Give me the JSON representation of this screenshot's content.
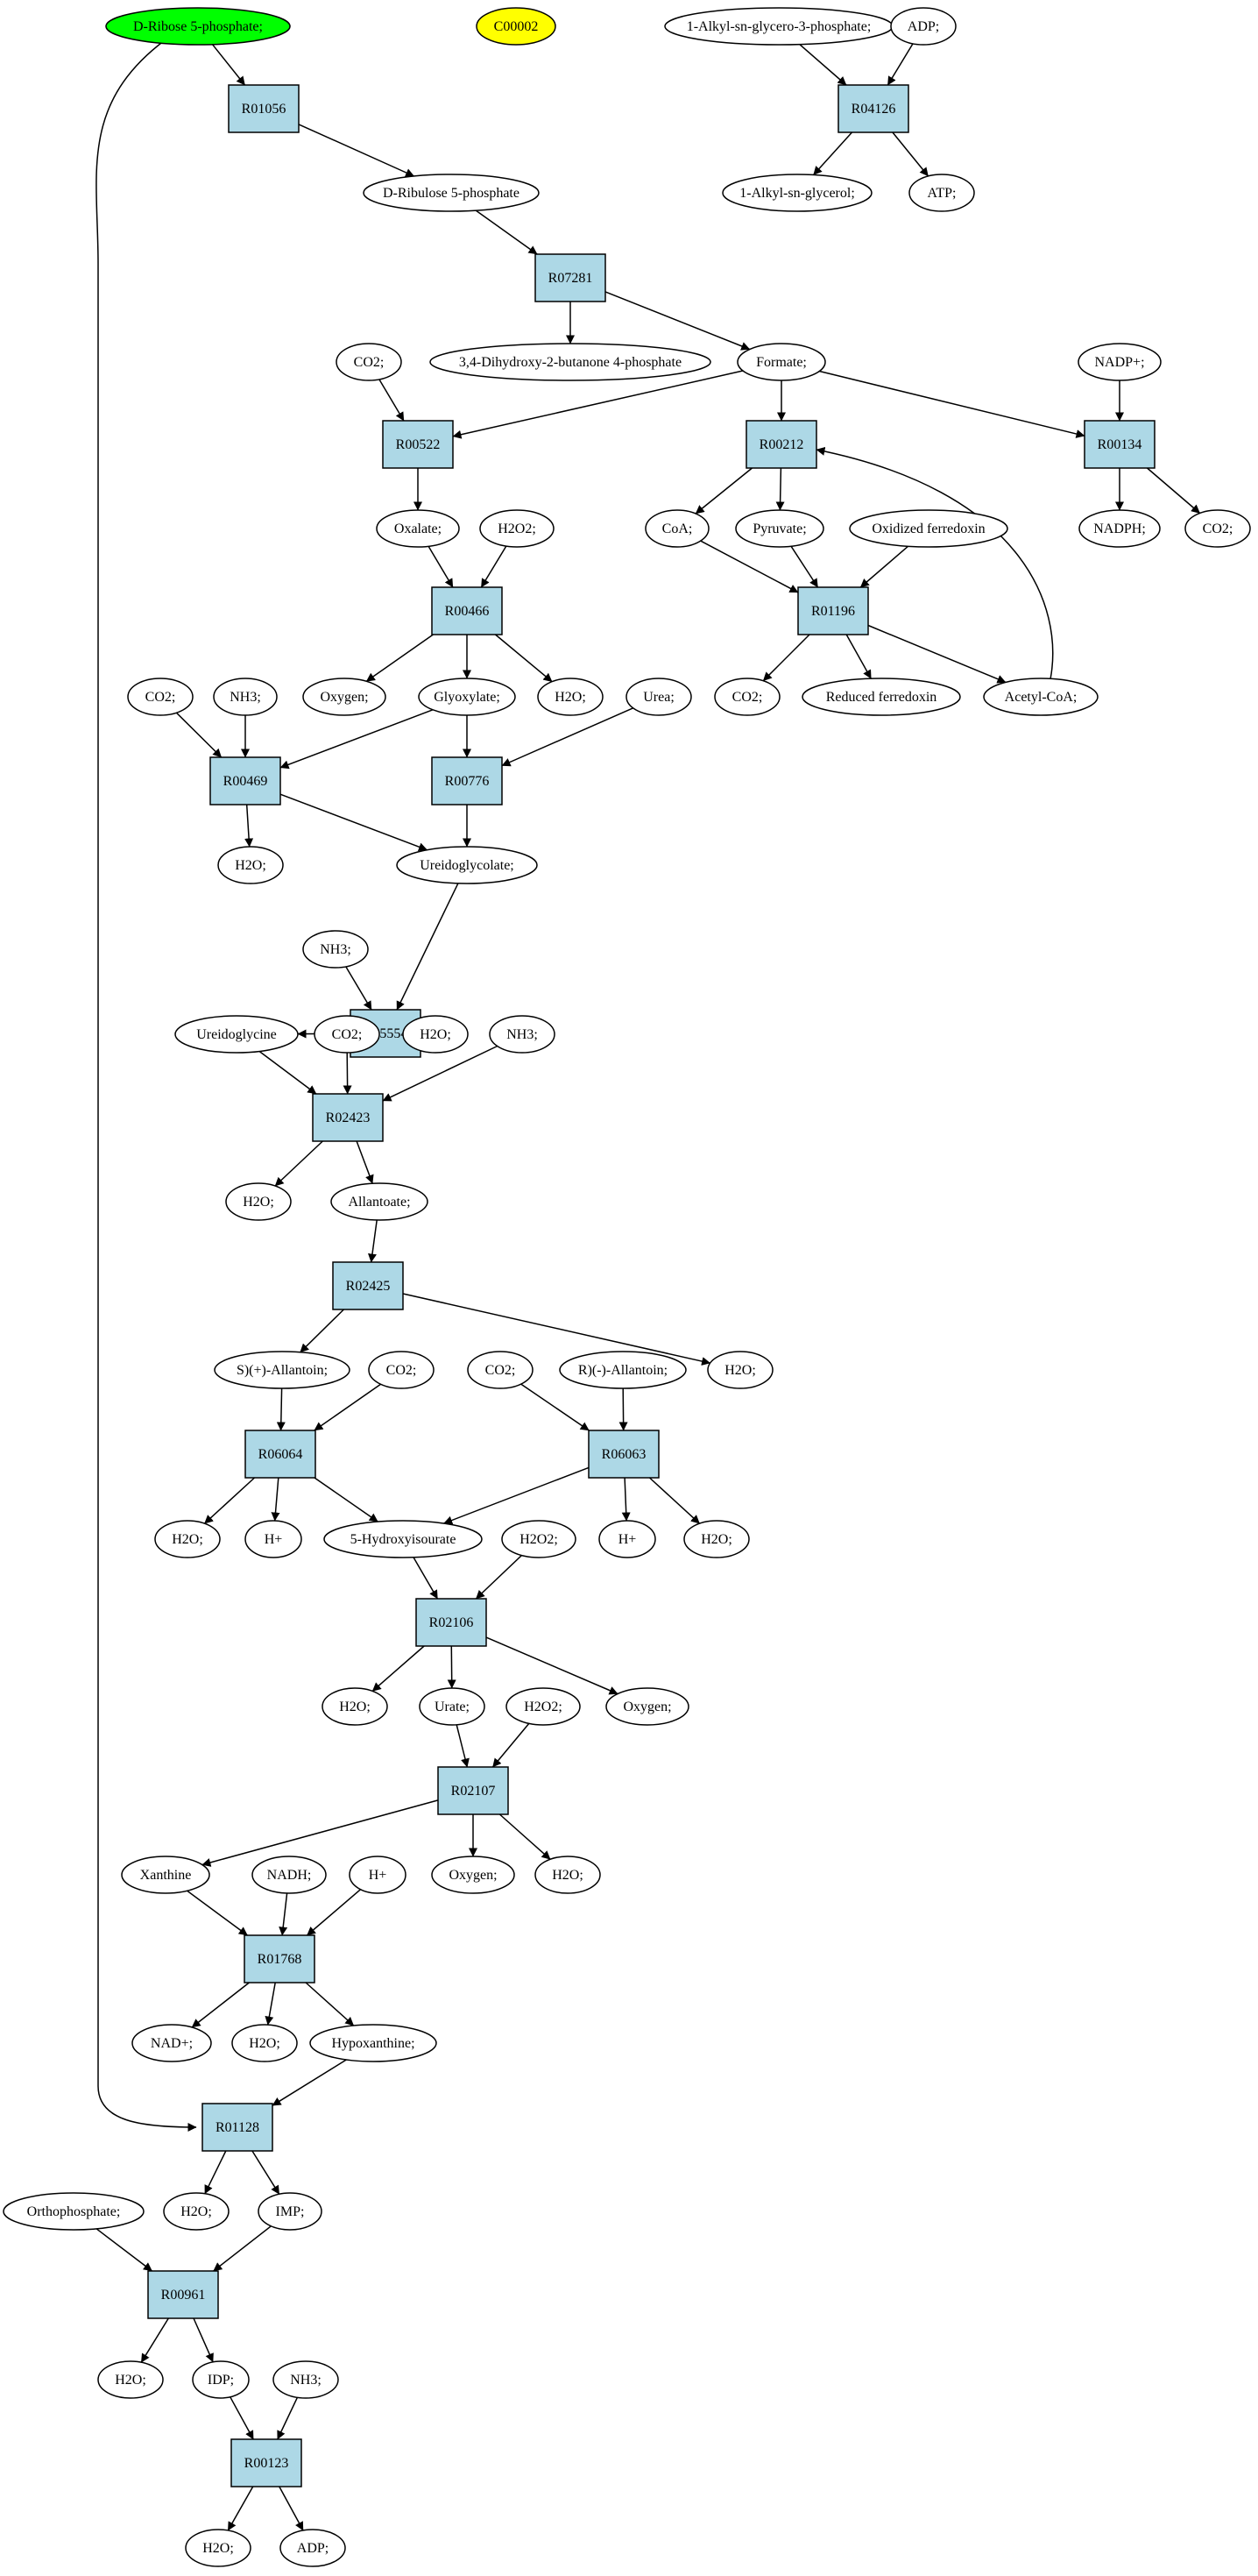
{
  "graph": {
    "nodes": [
      {
        "id": "ribose5p",
        "label": "D-Ribose 5-phosphate;",
        "shape": "ellipse",
        "fill": "#00ff00"
      },
      {
        "id": "c00002",
        "label": "C00002",
        "shape": "ellipse",
        "fill": "#ffff00"
      },
      {
        "id": "alkylglycero3p",
        "label": "1-Alkyl-sn-glycero-3-phosphate;",
        "shape": "ellipse"
      },
      {
        "id": "adp_top",
        "label": "ADP;",
        "shape": "ellipse"
      },
      {
        "id": "r01056",
        "label": "R01056",
        "shape": "box"
      },
      {
        "id": "r04126",
        "label": "R04126",
        "shape": "box"
      },
      {
        "id": "dribulose5p",
        "label": "D-Ribulose 5-phosphate",
        "shape": "ellipse"
      },
      {
        "id": "alkylglycerol",
        "label": "1-Alkyl-sn-glycerol;",
        "shape": "ellipse"
      },
      {
        "id": "atp",
        "label": "ATP;",
        "shape": "ellipse"
      },
      {
        "id": "r07281",
        "label": "R07281",
        "shape": "box"
      },
      {
        "id": "co2_a",
        "label": "CO2;",
        "shape": "ellipse"
      },
      {
        "id": "dihydroxybutanone",
        "label": "3,4-Dihydroxy-2-butanone 4-phosphate",
        "shape": "ellipse"
      },
      {
        "id": "formate",
        "label": "Formate;",
        "shape": "ellipse"
      },
      {
        "id": "nadp",
        "label": "NADP+;",
        "shape": "ellipse"
      },
      {
        "id": "r00522",
        "label": "R00522",
        "shape": "box"
      },
      {
        "id": "r00212",
        "label": "R00212",
        "shape": "box"
      },
      {
        "id": "r00134",
        "label": "R00134",
        "shape": "box"
      },
      {
        "id": "oxalate",
        "label": "Oxalate;",
        "shape": "ellipse"
      },
      {
        "id": "h2o2_a",
        "label": "H2O2;",
        "shape": "ellipse"
      },
      {
        "id": "coa",
        "label": "CoA;",
        "shape": "ellipse"
      },
      {
        "id": "pyruvate",
        "label": "Pyruvate;",
        "shape": "ellipse"
      },
      {
        "id": "oxferredoxin",
        "label": "Oxidized ferredoxin",
        "shape": "ellipse"
      },
      {
        "id": "nadph",
        "label": "NADPH;",
        "shape": "ellipse"
      },
      {
        "id": "co2_b",
        "label": "CO2;",
        "shape": "ellipse"
      },
      {
        "id": "r00466",
        "label": "R00466",
        "shape": "box"
      },
      {
        "id": "r01196",
        "label": "R01196",
        "shape": "box"
      },
      {
        "id": "co2_c",
        "label": "CO2;",
        "shape": "ellipse"
      },
      {
        "id": "nh3_a",
        "label": "NH3;",
        "shape": "ellipse"
      },
      {
        "id": "oxygen_a",
        "label": "Oxygen;",
        "shape": "ellipse"
      },
      {
        "id": "glyoxylate",
        "label": "Glyoxylate;",
        "shape": "ellipse"
      },
      {
        "id": "h2o_a",
        "label": "H2O;",
        "shape": "ellipse"
      },
      {
        "id": "urea",
        "label": "Urea;",
        "shape": "ellipse"
      },
      {
        "id": "co2_d",
        "label": "CO2;",
        "shape": "ellipse"
      },
      {
        "id": "redferredoxin",
        "label": "Reduced ferredoxin",
        "shape": "ellipse"
      },
      {
        "id": "acetylcoa",
        "label": "Acetyl-CoA;",
        "shape": "ellipse"
      },
      {
        "id": "r00469",
        "label": "R00469",
        "shape": "box"
      },
      {
        "id": "r00776",
        "label": "R00776",
        "shape": "box"
      },
      {
        "id": "h2o_b",
        "label": "H2O;",
        "shape": "ellipse"
      },
      {
        "id": "ureidoglycolate",
        "label": "Ureidoglycolate;",
        "shape": "ellipse"
      },
      {
        "id": "nh3_b",
        "label": "NH3;",
        "shape": "ellipse"
      },
      {
        "id": "r05554",
        "label": "R05554",
        "shape": "box"
      },
      {
        "id": "ureidoglycine",
        "label": "Ureidoglycine",
        "shape": "ellipse"
      },
      {
        "id": "co2_e",
        "label": "CO2;",
        "shape": "ellipse"
      },
      {
        "id": "h2o_c",
        "label": "H2O;",
        "shape": "ellipse"
      },
      {
        "id": "nh3_c",
        "label": "NH3;",
        "shape": "ellipse"
      },
      {
        "id": "r02423",
        "label": "R02423",
        "shape": "box"
      },
      {
        "id": "h2o_d",
        "label": "H2O;",
        "shape": "ellipse"
      },
      {
        "id": "allantoate",
        "label": "Allantoate;",
        "shape": "ellipse"
      },
      {
        "id": "r02425",
        "label": "R02425",
        "shape": "box"
      },
      {
        "id": "sallantoin",
        "label": "S)(+)-Allantoin;",
        "shape": "ellipse"
      },
      {
        "id": "co2_f",
        "label": "CO2;",
        "shape": "ellipse"
      },
      {
        "id": "co2_g",
        "label": "CO2;",
        "shape": "ellipse"
      },
      {
        "id": "rallantoin",
        "label": "R)(-)-Allantoin;",
        "shape": "ellipse"
      },
      {
        "id": "h2o_e",
        "label": "H2O;",
        "shape": "ellipse"
      },
      {
        "id": "r06064",
        "label": "R06064",
        "shape": "box"
      },
      {
        "id": "r06063",
        "label": "R06063",
        "shape": "box"
      },
      {
        "id": "h2o_f",
        "label": "H2O;",
        "shape": "ellipse"
      },
      {
        "id": "hplus_a",
        "label": "H+",
        "shape": "ellipse"
      },
      {
        "id": "hydroxyisourate",
        "label": "5-Hydroxyisourate",
        "shape": "ellipse"
      },
      {
        "id": "h2o2_b",
        "label": "H2O2;",
        "shape": "ellipse"
      },
      {
        "id": "hplus_b",
        "label": "H+",
        "shape": "ellipse"
      },
      {
        "id": "h2o_g",
        "label": "H2O;",
        "shape": "ellipse"
      },
      {
        "id": "r02106",
        "label": "R02106",
        "shape": "box"
      },
      {
        "id": "h2o_h",
        "label": "H2O;",
        "shape": "ellipse"
      },
      {
        "id": "urate",
        "label": "Urate;",
        "shape": "ellipse"
      },
      {
        "id": "h2o2_c",
        "label": "H2O2;",
        "shape": "ellipse"
      },
      {
        "id": "oxygen_b",
        "label": "Oxygen;",
        "shape": "ellipse"
      },
      {
        "id": "r02107",
        "label": "R02107",
        "shape": "box"
      },
      {
        "id": "xanthine",
        "label": "Xanthine",
        "shape": "ellipse"
      },
      {
        "id": "nadh",
        "label": "NADH;",
        "shape": "ellipse"
      },
      {
        "id": "hplus_c",
        "label": "H+",
        "shape": "ellipse"
      },
      {
        "id": "oxygen_c",
        "label": "Oxygen;",
        "shape": "ellipse"
      },
      {
        "id": "h2o_i",
        "label": "H2O;",
        "shape": "ellipse"
      },
      {
        "id": "r01768",
        "label": "R01768",
        "shape": "box"
      },
      {
        "id": "nadplus",
        "label": "NAD+;",
        "shape": "ellipse"
      },
      {
        "id": "h2o_j",
        "label": "H2O;",
        "shape": "ellipse"
      },
      {
        "id": "hypoxanthine",
        "label": "Hypoxanthine;",
        "shape": "ellipse"
      },
      {
        "id": "r01128",
        "label": "R01128",
        "shape": "box"
      },
      {
        "id": "orthophosphate",
        "label": "Orthophosphate;",
        "shape": "ellipse"
      },
      {
        "id": "h2o_k",
        "label": "H2O;",
        "shape": "ellipse"
      },
      {
        "id": "imp",
        "label": "IMP;",
        "shape": "ellipse"
      },
      {
        "id": "r00961",
        "label": "R00961",
        "shape": "box"
      },
      {
        "id": "h2o_l",
        "label": "H2O;",
        "shape": "ellipse"
      },
      {
        "id": "idp",
        "label": "IDP;",
        "shape": "ellipse"
      },
      {
        "id": "nh3_d",
        "label": "NH3;",
        "shape": "ellipse"
      },
      {
        "id": "r00123",
        "label": "R00123",
        "shape": "box"
      },
      {
        "id": "h2o_m",
        "label": "H2O;",
        "shape": "ellipse"
      },
      {
        "id": "adp_bottom",
        "label": "ADP;",
        "shape": "ellipse"
      }
    ],
    "edges": [
      [
        "ribose5p",
        "r01056"
      ],
      [
        "ribose5p",
        "r01128"
      ],
      [
        "alkylglycero3p",
        "r04126"
      ],
      [
        "adp_top",
        "r04126"
      ],
      [
        "r01056",
        "dribulose5p"
      ],
      [
        "r04126",
        "alkylglycerol"
      ],
      [
        "r04126",
        "atp"
      ],
      [
        "dribulose5p",
        "r07281"
      ],
      [
        "r07281",
        "dihydroxybutanone"
      ],
      [
        "r07281",
        "formate"
      ],
      [
        "co2_a",
        "r00522"
      ],
      [
        "formate",
        "r00522"
      ],
      [
        "formate",
        "r00212"
      ],
      [
        "formate",
        "r00134"
      ],
      [
        "nadp",
        "r00134"
      ],
      [
        "r00522",
        "oxalate"
      ],
      [
        "r00212",
        "coa"
      ],
      [
        "r00212",
        "pyruvate"
      ],
      [
        "r00134",
        "nadph"
      ],
      [
        "r00134",
        "co2_b"
      ],
      [
        "oxalate",
        "r00466"
      ],
      [
        "h2o2_a",
        "r00466"
      ],
      [
        "coa",
        "r01196"
      ],
      [
        "pyruvate",
        "r01196"
      ],
      [
        "oxferredoxin",
        "r01196"
      ],
      [
        "r00466",
        "oxygen_a"
      ],
      [
        "r00466",
        "glyoxylate"
      ],
      [
        "r00466",
        "h2o_a"
      ],
      [
        "r01196",
        "co2_d"
      ],
      [
        "r01196",
        "redferredoxin"
      ],
      [
        "r01196",
        "acetylcoa"
      ],
      [
        "acetylcoa",
        "r00212"
      ],
      [
        "co2_c",
        "r00469"
      ],
      [
        "nh3_a",
        "r00469"
      ],
      [
        "glyoxylate",
        "r00469"
      ],
      [
        "glyoxylate",
        "r00776"
      ],
      [
        "urea",
        "r00776"
      ],
      [
        "r00469",
        "h2o_b"
      ],
      [
        "r00469",
        "ureidoglycolate"
      ],
      [
        "r00776",
        "ureidoglycolate"
      ],
      [
        "nh3_b",
        "r05554"
      ],
      [
        "ureidoglycolate",
        "r05554"
      ],
      [
        "r05554",
        "ureidoglycine"
      ],
      [
        "r05554",
        "h2o_c"
      ],
      [
        "ureidoglycine",
        "r02423"
      ],
      [
        "co2_e",
        "r02423"
      ],
      [
        "nh3_c",
        "r02423"
      ],
      [
        "r02423",
        "h2o_d"
      ],
      [
        "r02423",
        "allantoate"
      ],
      [
        "allantoate",
        "r02425"
      ],
      [
        "r02425",
        "sallantoin"
      ],
      [
        "r02425",
        "h2o_e"
      ],
      [
        "sallantoin",
        "r06064"
      ],
      [
        "co2_f",
        "r06064"
      ],
      [
        "co2_g",
        "r06063"
      ],
      [
        "rallantoin",
        "r06063"
      ],
      [
        "r06064",
        "h2o_f"
      ],
      [
        "r06064",
        "hplus_a"
      ],
      [
        "r06064",
        "hydroxyisourate"
      ],
      [
        "r06063",
        "hydroxyisourate"
      ],
      [
        "r06063",
        "hplus_b"
      ],
      [
        "r06063",
        "h2o_g"
      ],
      [
        "hydroxyisourate",
        "r02106"
      ],
      [
        "h2o2_b",
        "r02106"
      ],
      [
        "r02106",
        "h2o_h"
      ],
      [
        "r02106",
        "urate"
      ],
      [
        "r02106",
        "oxygen_b"
      ],
      [
        "urate",
        "r02107"
      ],
      [
        "h2o2_c",
        "r02107"
      ],
      [
        "r02107",
        "xanthine"
      ],
      [
        "r02107",
        "oxygen_c"
      ],
      [
        "r02107",
        "h2o_i"
      ],
      [
        "xanthine",
        "r01768"
      ],
      [
        "nadh",
        "r01768"
      ],
      [
        "hplus_c",
        "r01768"
      ],
      [
        "r01768",
        "nadplus"
      ],
      [
        "r01768",
        "h2o_j"
      ],
      [
        "r01768",
        "hypoxanthine"
      ],
      [
        "hypoxanthine",
        "r01128"
      ],
      [
        "r01128",
        "h2o_k"
      ],
      [
        "r01128",
        "imp"
      ],
      [
        "orthophosphate",
        "r00961"
      ],
      [
        "imp",
        "r00961"
      ],
      [
        "r00961",
        "h2o_l"
      ],
      [
        "r00961",
        "idp"
      ],
      [
        "idp",
        "r00123"
      ],
      [
        "nh3_d",
        "r00123"
      ],
      [
        "r00123",
        "h2o_m"
      ],
      [
        "r00123",
        "adp_bottom"
      ]
    ]
  }
}
